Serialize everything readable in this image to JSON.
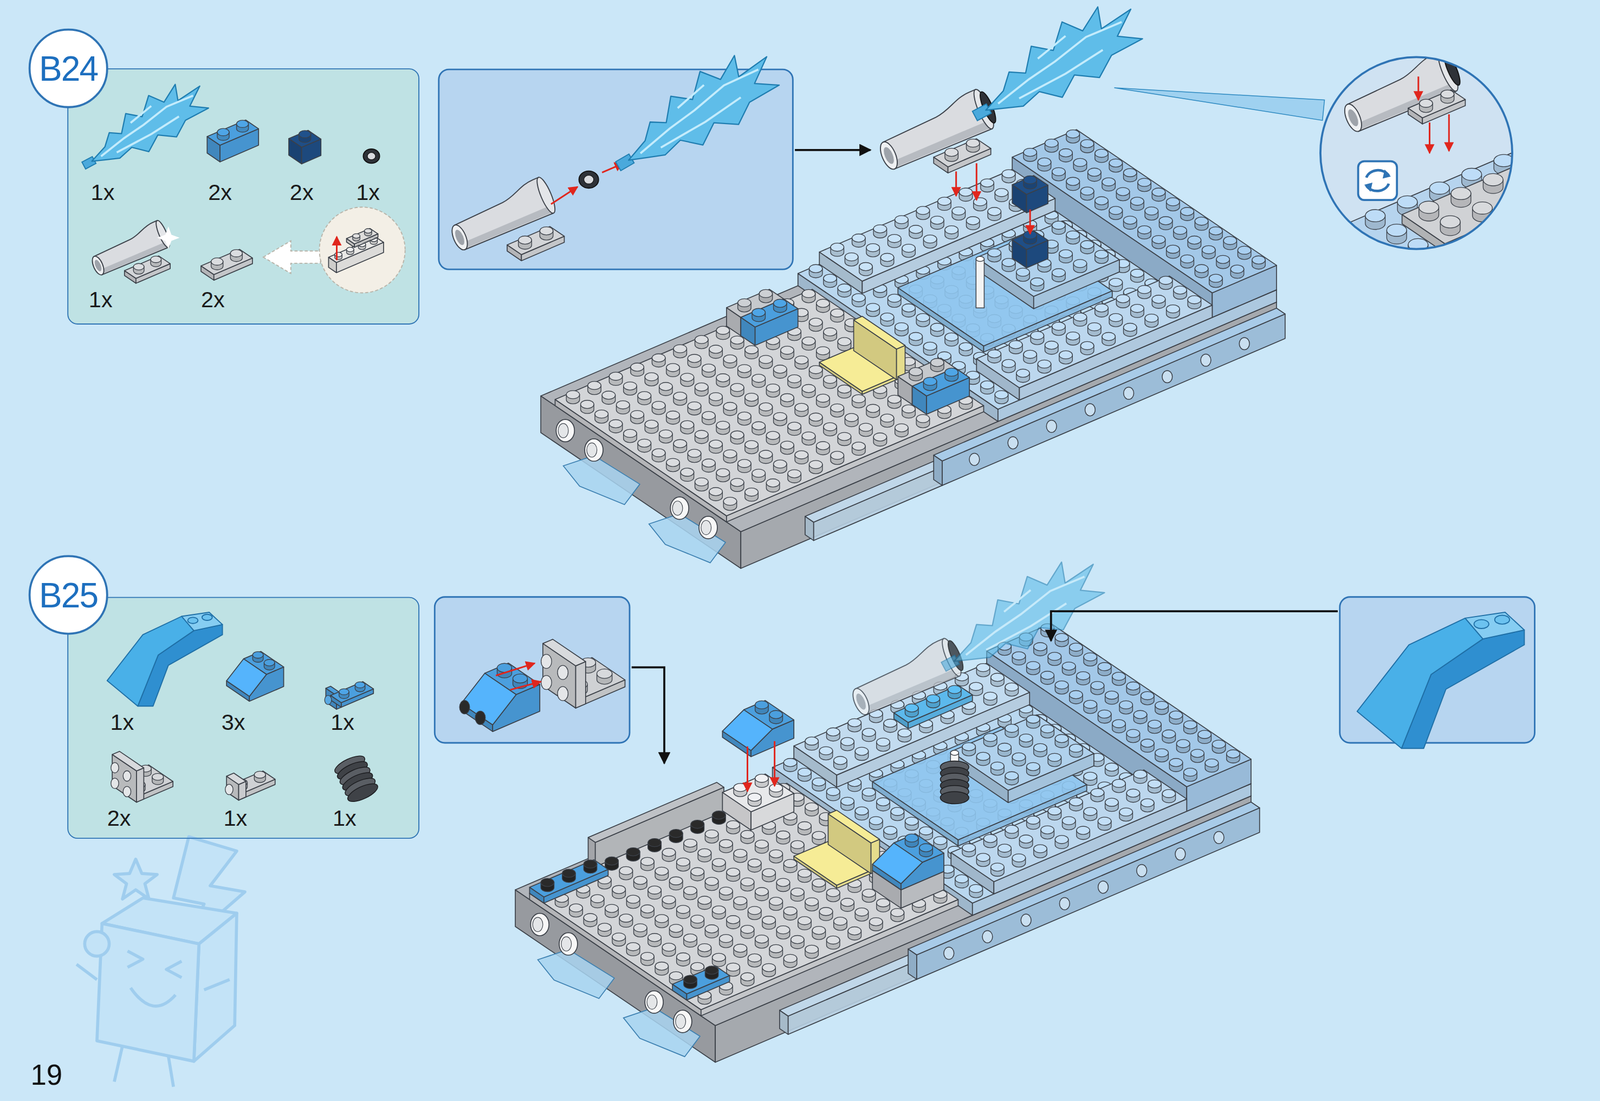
{
  "diagram": {
    "nodes": [
      {
        "text": [
          "B24"
        ]
      },
      {
        "text": [
          "1x",
          "2x",
          "2x",
          "1x",
          "1x",
          "2x"
        ]
      },
      {
        "text": [
          "B25"
        ]
      },
      {
        "text": [
          "1x",
          "3x",
          "1x",
          "2x",
          "1x",
          "1x"
        ]
      }
    ],
    "labels": [
      "19"
    ]
  }
}
